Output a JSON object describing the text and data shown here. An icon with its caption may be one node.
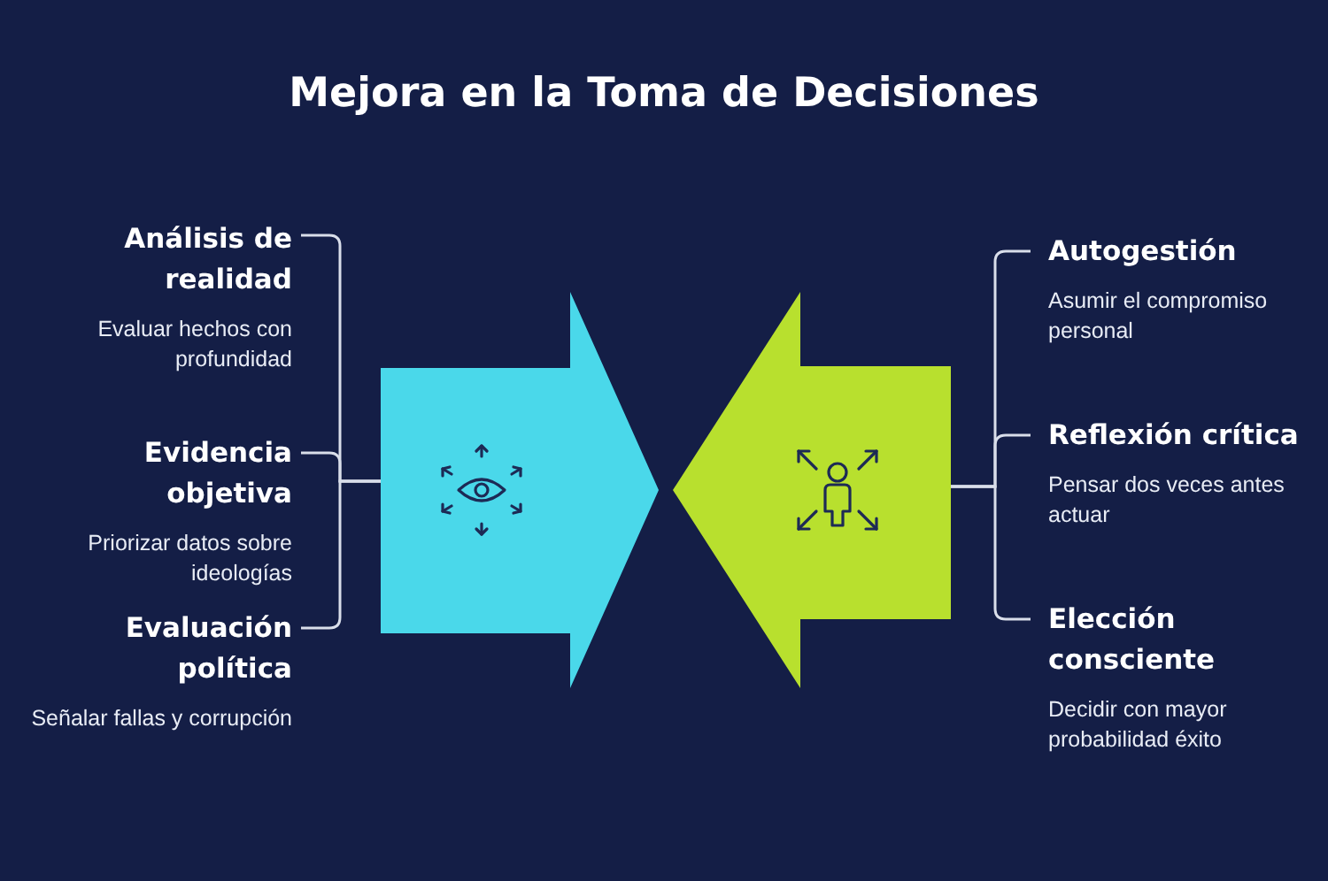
{
  "diagram": {
    "title": "Mejora en la Toma de Decisiones",
    "nodes": [
      {
        "text": [],
        "shape": "arrow"
      },
      {
        "text": [],
        "shape": "arrow"
      },
      {
        "text": [
          "Análisis de realidad",
          "Evaluar hechos con profundidad"
        ]
      },
      {
        "text": [
          "Evidencia objetiva",
          "Priorizar datos sobre ideologías"
        ]
      },
      {
        "text": [
          "Evaluación política",
          "Señalar fallas y corrupción"
        ]
      },
      {
        "text": [
          "Autogestión",
          "Asumir el compromiso personal"
        ]
      },
      {
        "text": [
          "Reflexión crítica",
          "Pensar dos veces antes actuar"
        ]
      },
      {
        "text": [
          "Elección consciente",
          "Decidir con mayor probabilidad éxito"
        ]
      }
    ],
    "edges": [
      {
        "from": 2,
        "to": 0,
        "arrow": "none"
      },
      {
        "from": 3,
        "to": 0,
        "arrow": "none"
      },
      {
        "from": 4,
        "to": 0,
        "arrow": "none"
      },
      {
        "from": 5,
        "to": 1,
        "arrow": "none"
      },
      {
        "from": 6,
        "to": 1,
        "arrow": "none"
      },
      {
        "from": 7,
        "to": 1,
        "arrow": "none"
      }
    ]
  }
}
